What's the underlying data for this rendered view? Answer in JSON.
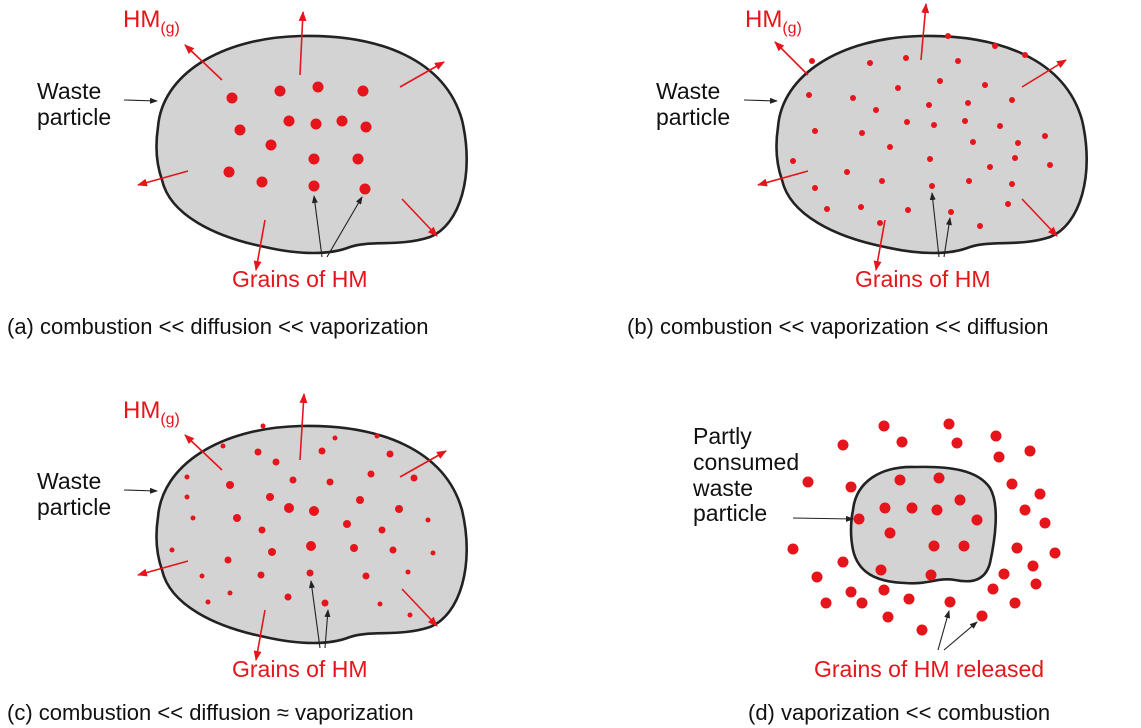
{
  "colors": {
    "particle_fill": "#d3d3d3",
    "outline": "#222222",
    "accent": "#e5151b",
    "text": "#111111"
  },
  "panels": [
    {
      "id": "a",
      "caption": "(a) combustion << diffusion << vaporization",
      "particle_label": "Waste\nparticle",
      "gas_label": "HM",
      "gas_subscript": "(g)",
      "grains_label": "Grains of HM"
    },
    {
      "id": "b",
      "caption": "(b) combustion << vaporization << diffusion",
      "particle_label": "Waste\nparticle",
      "gas_label": "HM",
      "gas_subscript": "(g)",
      "grains_label": "Grains of HM"
    },
    {
      "id": "c",
      "caption": "(c) combustion << diffusion ≈ vaporization",
      "particle_label": "Waste\nparticle",
      "gas_label": "HM",
      "gas_subscript": "(g)",
      "grains_label": "Grains of HM"
    },
    {
      "id": "d",
      "caption": "(d) vaporization << combustion",
      "particle_label": "Partly\nconsumed\nwaste\nparticle",
      "grains_label": "Grains of HM released"
    }
  ]
}
